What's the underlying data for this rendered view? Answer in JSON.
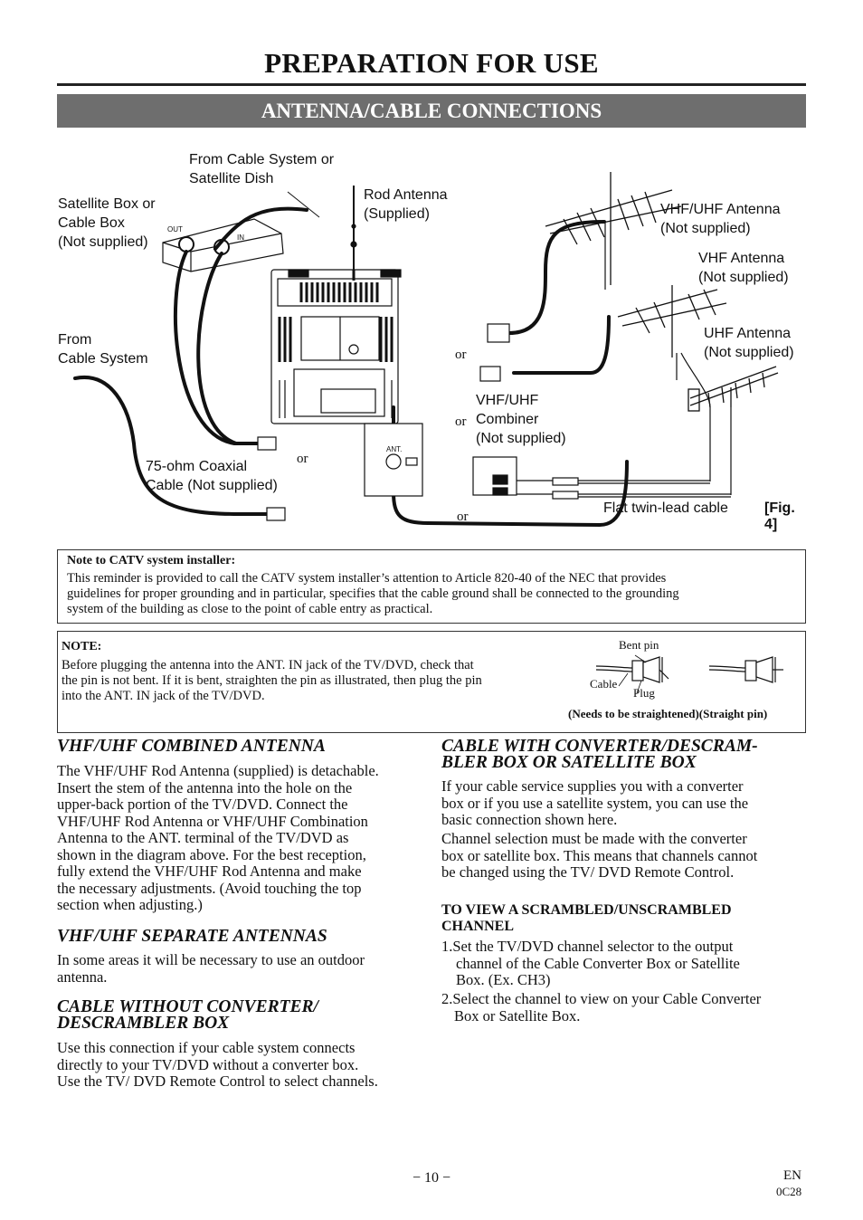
{
  "page": {
    "title": "PREPARATION FOR USE",
    "section_title": "ANTENNA/CABLE CONNECTIONS",
    "page_number": "− 10 −",
    "lang": "EN",
    "code": "0C28"
  },
  "diagram": {
    "labels": {
      "from_cable_satellite": [
        "From Cable System or",
        "Satellite Dish"
      ],
      "satellite_box": [
        "Satellite Box or",
        "Cable Box",
        "(Not supplied)"
      ],
      "rod_antenna": [
        "Rod Antenna",
        "(Supplied)"
      ],
      "vhf_uhf_antenna": [
        "VHF/UHF Antenna",
        "(Not supplied)"
      ],
      "vhf_antenna": [
        "VHF Antenna",
        "(Not supplied)"
      ],
      "uhf_antenna": [
        "UHF Antenna",
        "(Not supplied)"
      ],
      "from_cable_system": [
        "From",
        "Cable System"
      ],
      "combiner": [
        "VHF/UHF",
        "Combiner",
        "(Not supplied)"
      ],
      "coax": [
        "75-ohm Coaxial",
        "Cable (Not supplied)"
      ],
      "flat_cable": "Flat twin-lead cable",
      "fig": "[Fig. 4]",
      "or": "or",
      "out": "OUT",
      "in": "IN",
      "ant": "ANT."
    }
  },
  "catv_note": {
    "title": "Note to CATV system installer:",
    "lines": [
      "This reminder is provided to call the CATV system installer’s attention to Article 820-40 of the NEC that provides",
      "guidelines for proper grounding and in particular, specifies that the cable ground shall be connected to the grounding",
      "system of the building as close to the point of cable entry as practical."
    ]
  },
  "pin_note": {
    "title": "NOTE:",
    "lines": [
      "Before plugging the antenna into the ANT. IN jack of the TV/DVD, check that",
      "the pin is not bent. If it is bent, straighten the pin as illustrated, then plug the pin",
      "into the ANT. IN jack of the TV/DVD."
    ],
    "bent_pin": "Bent pin",
    "cable": "Cable",
    "plug": "Plug",
    "caption": "(Needs to be straightened)(Straight pin)"
  },
  "sections": {
    "combined": {
      "heading": "VHF/UHF COMBINED ANTENNA",
      "lines": [
        "The VHF/UHF Rod Antenna (supplied) is detachable.",
        "Insert the stem of the antenna into the hole on the",
        "upper-back portion of the TV/DVD. Connect the",
        "VHF/UHF Rod Antenna or VHF/UHF Combination",
        "Antenna to the ANT. terminal of the TV/DVD as",
        "shown in the diagram above. For the best reception,",
        "fully extend the VHF/UHF Rod Antenna and make",
        "the necessary adjustments. (Avoid touching the top",
        "section when adjusting.)"
      ]
    },
    "separate": {
      "heading": "VHF/UHF SEPARATE ANTENNAS",
      "lines": [
        "In some areas it will be necessary to use an outdoor",
        "antenna."
      ]
    },
    "without_converter": {
      "heading_lines": [
        "CABLE WITHOUT CONVERTER/",
        "DESCRAMBLER BOX"
      ],
      "lines": [
        "Use this connection if your cable system connects",
        "directly to your TV/DVD without a converter box.",
        "Use the TV/ DVD Remote Control to select channels."
      ]
    },
    "with_converter": {
      "heading_lines": [
        "CABLE WITH CONVERTER/DESCRAM-",
        "BLER BOX OR SATELLITE BOX"
      ],
      "lines": [
        "If your cable service supplies you with a converter",
        "box or if you use a satellite system, you can use the",
        "basic connection shown here."
      ],
      "lines2": [
        "Channel selection must be made with the converter",
        "box or satellite box. This means that channels cannot",
        "be changed using the TV/ DVD Remote Control."
      ]
    },
    "scrambled": {
      "heading_lines": [
        "TO VIEW A SCRAMBLED/UNSCRAMBLED",
        "CHANNEL"
      ],
      "item1": [
        "1.Set the TV/DVD channel selector to the output",
        "channel of the Cable Converter Box or Satellite",
        "Box. (Ex. CH3)"
      ],
      "item2": [
        "2.Select the channel to view on your Cable Converter",
        "Box or Satellite Box."
      ]
    }
  }
}
